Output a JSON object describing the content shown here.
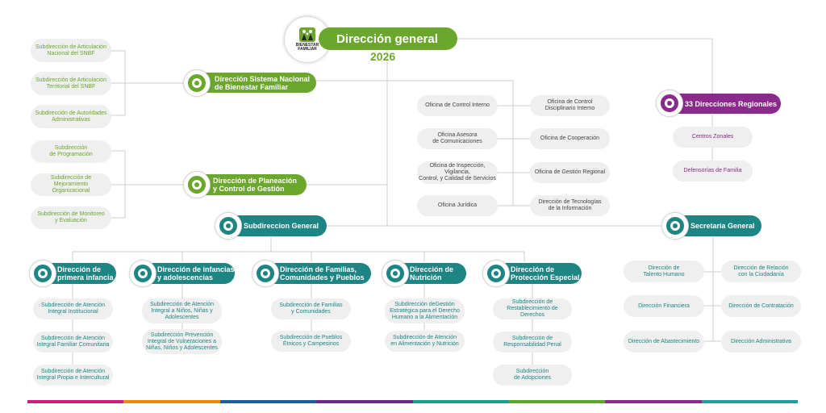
{
  "logo": {
    "text": "BIENESTAR\nFAMILIAR"
  },
  "title": "Dirección general",
  "year": "2026",
  "colors": {
    "green": "#6aa72c",
    "teal": "#1e8585",
    "purple": "#8a2a8c",
    "box": "#efefef",
    "line": "#cccccc"
  },
  "snbf": {
    "label": "Dirección Sistema Nacional\nde Bienestar Familiar",
    "subs": [
      "Subdirección de Articulación\nNacional del SNBF",
      "Subdirección de Articulación\nTerritorial del SNBF",
      "Subdirección de Autoridades\nAdministrativas"
    ]
  },
  "planeacion": {
    "label": "Dirección de Planeación\ny Control de Gestión",
    "subs": [
      "Subdirección\nde Programación",
      "Subdirección de Mejoramiento\nOrganizacional",
      "Subdirección de Monitoreo\ny Evaluación"
    ]
  },
  "oficinas": {
    "left": [
      "Oficina de Control Interno",
      "Oficina Asesora\nde Comunicaciones",
      "Oficina de Inspección, Vigilancia,\nControl, y Calidad de Servicios",
      "Oficina Jurídica"
    ],
    "right": [
      "Oficina de Control\nDisciplinario Interno",
      "Oficina de Cooperación",
      "Oficina de Gestión Regional",
      "Dirección de Tecnologías\nde la Información"
    ]
  },
  "regionales": {
    "label": "33 Direcciones Regionales",
    "subs": [
      "Centros Zonales",
      "Defensorías de Familia"
    ]
  },
  "subgeneral": {
    "label": "Subdireccion General"
  },
  "secretaria": {
    "label": "Secretaría General",
    "left": [
      "Dirección de\nTalento Humano",
      "Dirección Financiera",
      "Dirección de Abastecimiento"
    ],
    "right": [
      "Dirección de Relación\ncon la Ciudadanía",
      "Dirección de Contratación",
      "Dirección Administrativa"
    ]
  },
  "direcciones": [
    {
      "label": "Dirección de\nprimera infancia",
      "subs": [
        "Subdirección de Atención\nIntegral Institucional",
        "Subdirección de Atención\nIntegral Familiar Comunitaria",
        "Subdirección de Atención\nIntegral Propia e Intercultural"
      ]
    },
    {
      "label": "Dirección de infancias\ny adolescencias",
      "subs": [
        "Subdirección de Atención\nIntegral a Niños, Niñas y\nAdolescentes",
        "Subdirección Prevención\nIntegral de Vulneraciones a\nNiñas, Niños y Adolescentes"
      ]
    },
    {
      "label": "Dirección de Familias,\nComunidades y Pueblos",
      "subs": [
        "Subdirección de Familias\ny Comunidades",
        "Subdirección de Pueblos\nÉtnicos y Campesinos"
      ]
    },
    {
      "label": "Dirección de\nNutrición",
      "subs": [
        "Subdirección deGestión\nEstratégica para el Derecho\nHumano a la Alimentación",
        "Subdirección de Atención\nen Alimentación y Nutrición"
      ]
    },
    {
      "label": "Dirección de\nProtección Especial",
      "subs": [
        "Subdirección de\nRestablecimiento de Derechos",
        "Subdirección de\nResponsabilidad Penal",
        "Subdirección\nde Adopciones"
      ]
    }
  ],
  "bottom_bar_colors": [
    "#d41b7a",
    "#f08a00",
    "#1c5e9e",
    "#6b2a8a",
    "#12a38a",
    "#5aa82f",
    "#8a2a8c",
    "#1aa0a0"
  ]
}
